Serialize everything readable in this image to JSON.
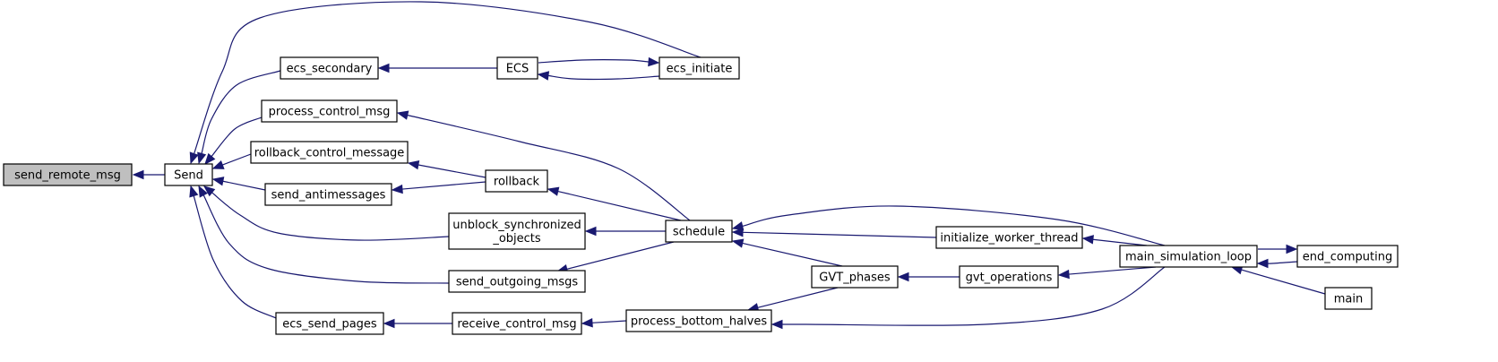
{
  "graph": {
    "nodes": [
      {
        "id": "send_remote_msg",
        "lines": [
          "send_remote_msg"
        ],
        "root": true
      },
      {
        "id": "Send",
        "lines": [
          "Send"
        ]
      },
      {
        "id": "ecs_secondary",
        "lines": [
          "ecs_secondary"
        ]
      },
      {
        "id": "process_control_msg",
        "lines": [
          "process_control_msg"
        ]
      },
      {
        "id": "rollback_control_message",
        "lines": [
          "rollback_control_message"
        ]
      },
      {
        "id": "send_antimessages",
        "lines": [
          "send_antimessages"
        ]
      },
      {
        "id": "unblock_synchronized_objects",
        "lines": [
          "unblock_synchronized",
          "_objects"
        ]
      },
      {
        "id": "send_outgoing_msgs",
        "lines": [
          "send_outgoing_msgs"
        ]
      },
      {
        "id": "ecs_send_pages",
        "lines": [
          "ecs_send_pages"
        ]
      },
      {
        "id": "ECS",
        "lines": [
          "ECS"
        ]
      },
      {
        "id": "ecs_initiate",
        "lines": [
          "ecs_initiate"
        ]
      },
      {
        "id": "rollback",
        "lines": [
          "rollback"
        ]
      },
      {
        "id": "schedule",
        "lines": [
          "schedule"
        ]
      },
      {
        "id": "receive_control_msg",
        "lines": [
          "receive_control_msg"
        ]
      },
      {
        "id": "process_bottom_halves",
        "lines": [
          "process_bottom_halves"
        ]
      },
      {
        "id": "initialize_worker_thread",
        "lines": [
          "initialize_worker_thread"
        ]
      },
      {
        "id": "GVT_phases",
        "lines": [
          "GVT_phases"
        ]
      },
      {
        "id": "gvt_operations",
        "lines": [
          "gvt_operations"
        ]
      },
      {
        "id": "main_simulation_loop",
        "lines": [
          "main_simulation_loop"
        ]
      },
      {
        "id": "end_computing",
        "lines": [
          "end_computing"
        ]
      },
      {
        "id": "main",
        "lines": [
          "main"
        ]
      }
    ],
    "edges": [
      {
        "from": "Send",
        "to": "send_remote_msg"
      },
      {
        "from": "ecs_secondary",
        "to": "Send"
      },
      {
        "from": "process_control_msg",
        "to": "Send"
      },
      {
        "from": "rollback_control_message",
        "to": "Send"
      },
      {
        "from": "send_antimessages",
        "to": "Send"
      },
      {
        "from": "unblock_synchronized_objects",
        "to": "Send"
      },
      {
        "from": "send_outgoing_msgs",
        "to": "Send"
      },
      {
        "from": "ecs_send_pages",
        "to": "Send"
      },
      {
        "from": "ecs_initiate",
        "to": "Send"
      },
      {
        "from": "ECS",
        "to": "ecs_secondary"
      },
      {
        "from": "ecs_initiate",
        "to": "ECS"
      },
      {
        "from": "ECS",
        "to": "ecs_initiate"
      },
      {
        "from": "schedule",
        "to": "process_control_msg"
      },
      {
        "from": "rollback",
        "to": "rollback_control_message"
      },
      {
        "from": "rollback",
        "to": "send_antimessages"
      },
      {
        "from": "schedule",
        "to": "rollback"
      },
      {
        "from": "schedule",
        "to": "unblock_synchronized_objects"
      },
      {
        "from": "schedule",
        "to": "send_outgoing_msgs"
      },
      {
        "from": "receive_control_msg",
        "to": "ecs_send_pages"
      },
      {
        "from": "process_bottom_halves",
        "to": "receive_control_msg"
      },
      {
        "from": "initialize_worker_thread",
        "to": "schedule"
      },
      {
        "from": "GVT_phases",
        "to": "schedule"
      },
      {
        "from": "main_simulation_loop",
        "to": "schedule"
      },
      {
        "from": "GVT_phases",
        "to": "process_bottom_halves"
      },
      {
        "from": "main_simulation_loop",
        "to": "process_bottom_halves"
      },
      {
        "from": "gvt_operations",
        "to": "GVT_phases"
      },
      {
        "from": "main_simulation_loop",
        "to": "initialize_worker_thread"
      },
      {
        "from": "main_simulation_loop",
        "to": "gvt_operations"
      },
      {
        "from": "end_computing",
        "to": "main_simulation_loop"
      },
      {
        "from": "main_simulation_loop",
        "to": "end_computing"
      },
      {
        "from": "main",
        "to": "main_simulation_loop"
      }
    ]
  }
}
